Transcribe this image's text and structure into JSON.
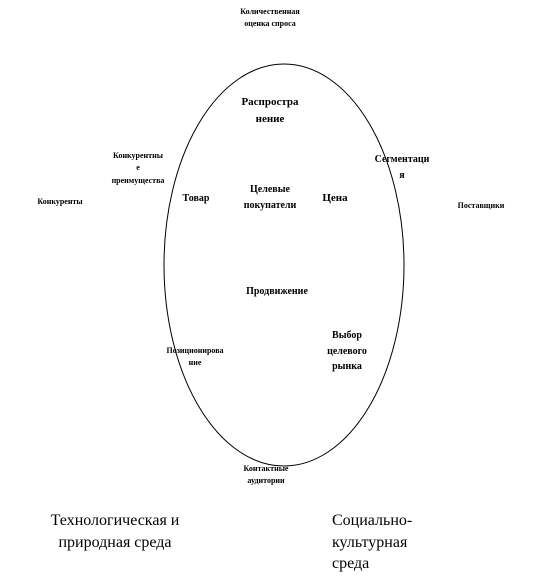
{
  "diagram": {
    "demand_estimation": "Количественная\nоценка спроса",
    "distribution": "Распростра\nнение",
    "competitive_advantages": "Конкурентны\nе\nпреимущества",
    "segmentation": "Сегментаци\nя",
    "competitors": "Конкуренты",
    "product": "Товар",
    "target_buyers": "Целевые\nпокупатели",
    "price": "Цена",
    "suppliers": "Поставщики",
    "promotion": "Продвижение",
    "target_market_choice": "Выбор\nцелевого\nрынка",
    "positioning": "Позиционирова\nние",
    "contact_audiences": "Контактные\nаудитории",
    "tech_environment": "Технологическая и\nприродная среда",
    "social_environment": "Социально-\nкультурная\nсреда"
  }
}
